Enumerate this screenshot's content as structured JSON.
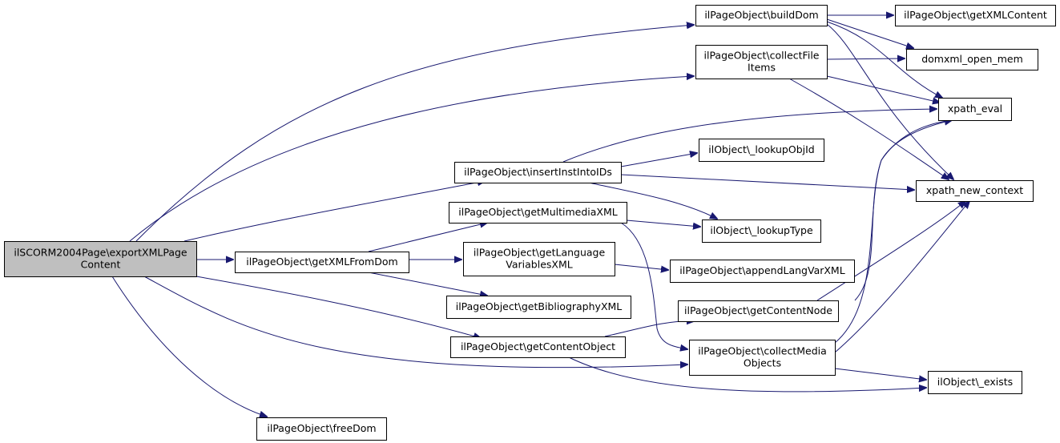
{
  "diagram": {
    "type": "call-graph",
    "colors": {
      "edge": "#191970",
      "node_fill": "#ffffff",
      "root_fill": "#bfbfbf",
      "border": "#000000"
    },
    "nodes": [
      {
        "id": "root",
        "lines": [
          "ilSCORM2004Page\\exportXMLPage",
          "Content"
        ],
        "root": true
      },
      {
        "id": "buildDom",
        "lines": [
          "ilPageObject\\buildDom"
        ]
      },
      {
        "id": "getXMLContent",
        "lines": [
          "ilPageObject\\getXMLContent"
        ]
      },
      {
        "id": "domxml",
        "lines": [
          "domxml_open_mem"
        ]
      },
      {
        "id": "collectFileItems",
        "lines": [
          "ilPageObject\\collectFile",
          "Items"
        ]
      },
      {
        "id": "xpath_eval",
        "lines": [
          "xpath_eval"
        ]
      },
      {
        "id": "insertInst",
        "lines": [
          "ilPageObject\\insertInstIntoIDs"
        ]
      },
      {
        "id": "lookupObjId",
        "lines": [
          "ilObject\\_lookupObjId"
        ]
      },
      {
        "id": "xpath_new_context",
        "lines": [
          "xpath_new_context"
        ]
      },
      {
        "id": "getMultimediaXML",
        "lines": [
          "ilPageObject\\getMultimediaXML"
        ]
      },
      {
        "id": "lookupType",
        "lines": [
          "ilObject\\_lookupType"
        ]
      },
      {
        "id": "getXMLFromDom",
        "lines": [
          "ilPageObject\\getXMLFromDom"
        ]
      },
      {
        "id": "getLangVarsXML",
        "lines": [
          "ilPageObject\\getLanguage",
          "VariablesXML"
        ]
      },
      {
        "id": "appendLangVarXML",
        "lines": [
          "ilPageObject\\appendLangVarXML"
        ]
      },
      {
        "id": "getBibliographyXML",
        "lines": [
          "ilPageObject\\getBibliographyXML"
        ]
      },
      {
        "id": "getContentNode",
        "lines": [
          "ilPageObject\\getContentNode"
        ]
      },
      {
        "id": "getContentObject",
        "lines": [
          "ilPageObject\\getContentObject"
        ]
      },
      {
        "id": "collectMediaObjects",
        "lines": [
          "ilPageObject\\collectMedia",
          "Objects"
        ]
      },
      {
        "id": "exists",
        "lines": [
          "ilObject\\_exists"
        ]
      },
      {
        "id": "freeDom",
        "lines": [
          "ilPageObject\\freeDom"
        ]
      }
    ],
    "edges": [
      {
        "from": "root",
        "to": "buildDom"
      },
      {
        "from": "root",
        "to": "collectFileItems"
      },
      {
        "from": "root",
        "to": "insertInst"
      },
      {
        "from": "root",
        "to": "getXMLFromDom"
      },
      {
        "from": "root",
        "to": "getContentObject"
      },
      {
        "from": "root",
        "to": "collectMediaObjects"
      },
      {
        "from": "root",
        "to": "freeDom"
      },
      {
        "from": "buildDom",
        "to": "getXMLContent"
      },
      {
        "from": "buildDom",
        "to": "domxml"
      },
      {
        "from": "buildDom",
        "to": "xpath_eval"
      },
      {
        "from": "buildDom",
        "to": "xpath_new_context"
      },
      {
        "from": "collectFileItems",
        "to": "domxml"
      },
      {
        "from": "collectFileItems",
        "to": "xpath_eval"
      },
      {
        "from": "collectFileItems",
        "to": "xpath_new_context"
      },
      {
        "from": "insertInst",
        "to": "xpath_eval"
      },
      {
        "from": "insertInst",
        "to": "lookupObjId"
      },
      {
        "from": "insertInst",
        "to": "xpath_new_context"
      },
      {
        "from": "insertInst",
        "to": "lookupType"
      },
      {
        "from": "getXMLFromDom",
        "to": "getMultimediaXML"
      },
      {
        "from": "getXMLFromDom",
        "to": "getLangVarsXML"
      },
      {
        "from": "getXMLFromDom",
        "to": "getBibliographyXML"
      },
      {
        "from": "getMultimediaXML",
        "to": "lookupType"
      },
      {
        "from": "getMultimediaXML",
        "to": "collectMediaObjects"
      },
      {
        "from": "getLangVarsXML",
        "to": "appendLangVarXML"
      },
      {
        "from": "getContentObject",
        "to": "getContentNode"
      },
      {
        "from": "getContentObject",
        "to": "exists"
      },
      {
        "from": "getContentNode",
        "to": "xpath_eval"
      },
      {
        "from": "getContentNode",
        "to": "xpath_new_context"
      },
      {
        "from": "collectMediaObjects",
        "to": "xpath_eval"
      },
      {
        "from": "collectMediaObjects",
        "to": "xpath_new_context"
      },
      {
        "from": "collectMediaObjects",
        "to": "exists"
      }
    ]
  }
}
